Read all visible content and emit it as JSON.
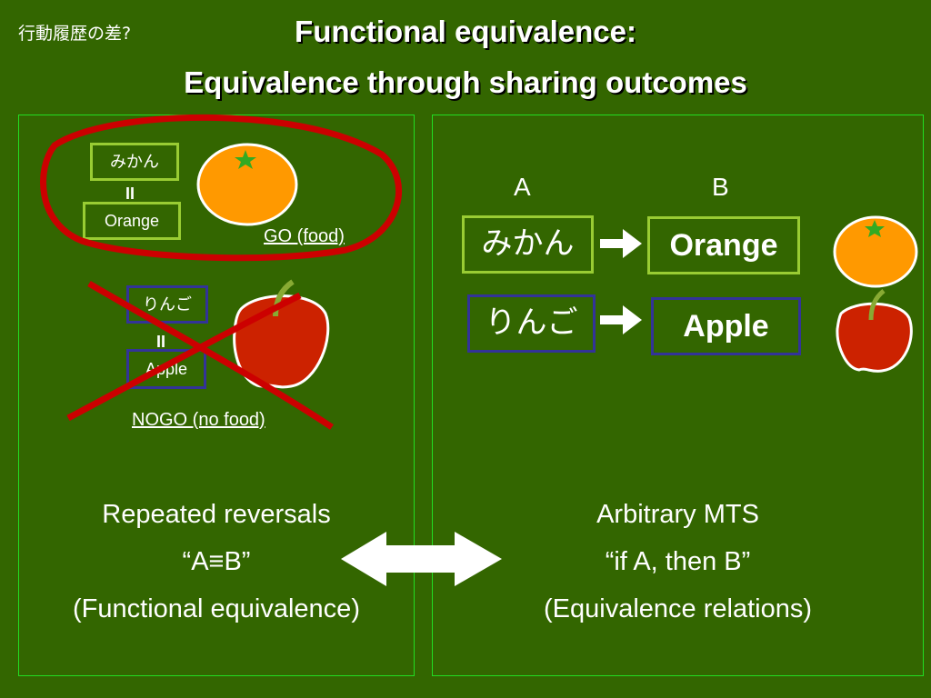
{
  "corner_label": "行動履歴の差?",
  "title": {
    "line1": "Functional equivalence:",
    "line2": "Equivalence through sharing outcomes"
  },
  "left": {
    "mikan": "みかん",
    "equiv_sign_1": "II",
    "orange": "Orange",
    "go_label": "GO (food)",
    "ringo": "りんご",
    "equiv_sign_2": "II",
    "apple": "Apple",
    "nogo_label": "NOGO (no food)",
    "caption": [
      "Repeated reversals",
      "“A≡B”",
      "(Functional equivalence)"
    ]
  },
  "right": {
    "col_a": "A",
    "col_b": "B",
    "mikan": "みかん",
    "orange": "Orange",
    "ringo": "りんご",
    "apple": "Apple",
    "caption": [
      "Arbitrary MTS",
      "“if A, then B”",
      "(Equivalence relations)"
    ]
  },
  "colors": {
    "background": "#336600",
    "panel_border": "#22dd22",
    "green_box": "#99cc33",
    "blue_box": "#333399",
    "red_mark": "#cc0000",
    "orange_fruit": "#ff9900",
    "apple_fruit": "#cc2200"
  },
  "icons": [
    "orange-fruit-icon",
    "apple-fruit-icon",
    "red-circle-mark",
    "red-cross-mark",
    "right-arrow-icon",
    "double-arrow-icon"
  ]
}
